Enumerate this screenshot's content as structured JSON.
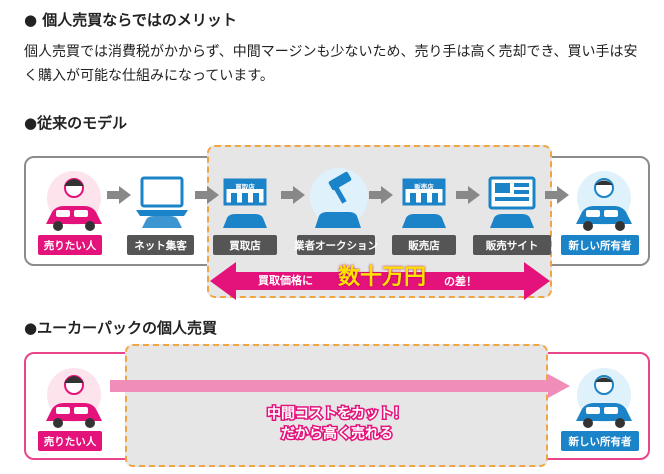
{
  "merit": {
    "heading": "● 個人売買ならではのメリット",
    "paragraph": "個人売買では消費税がかからず、中間マージンも少ないため、売り手は高く売却でき、買い手は安く購入が可能な仕組みになっています。"
  },
  "traditional": {
    "heading": "●従来のモデル",
    "steps": [
      "売りたい人",
      "ネット集客",
      "買取店",
      "業者オークション",
      "販売店",
      "販売サイト",
      "新しい所有者"
    ],
    "sign_kaitori": "買取店",
    "sign_hanbai": "販売店",
    "diff_prefix": "買取価格に",
    "diff_amount": "数十万円",
    "diff_suffix": "の差！"
  },
  "ucarpac": {
    "heading": "●ユーカーパックの個人売買",
    "seller": "売りたい人",
    "buyer": "新しい所有者",
    "message_line1": "中間コストをカット！",
    "message_line2": "だから高く売れる"
  },
  "colors": {
    "pink": "#e4137b",
    "blue": "#1b84c9",
    "orange": "#f0a545",
    "gray": "#555555"
  }
}
